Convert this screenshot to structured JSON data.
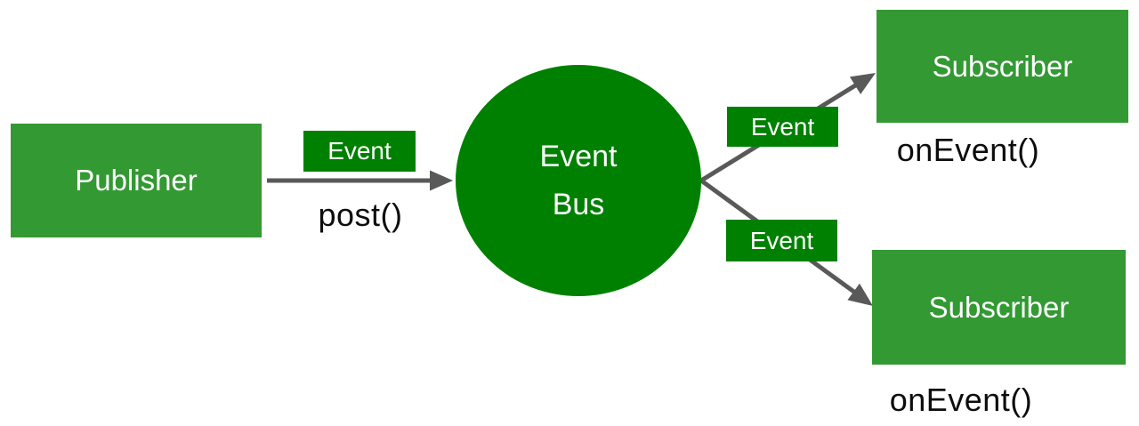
{
  "nodes": {
    "publisher": {
      "label": "Publisher"
    },
    "event_bus": {
      "line1": "Event",
      "line2": "Bus"
    },
    "subscriber_top": {
      "label": "Subscriber",
      "caption": "onEvent()"
    },
    "subscriber_bottom": {
      "label": "Subscriber",
      "caption": "onEvent()"
    }
  },
  "edges": [
    {
      "id": "publisher-to-bus",
      "label": "Event",
      "caption": "post()"
    },
    {
      "id": "bus-to-subscriber-top",
      "label": "Event"
    },
    {
      "id": "bus-to-subscriber-bottom",
      "label": "Event"
    }
  ],
  "colors": {
    "node_green": "#339933",
    "bus_green": "#008000",
    "arrow_gray": "#595959",
    "text_black": "#0d0d0d"
  }
}
